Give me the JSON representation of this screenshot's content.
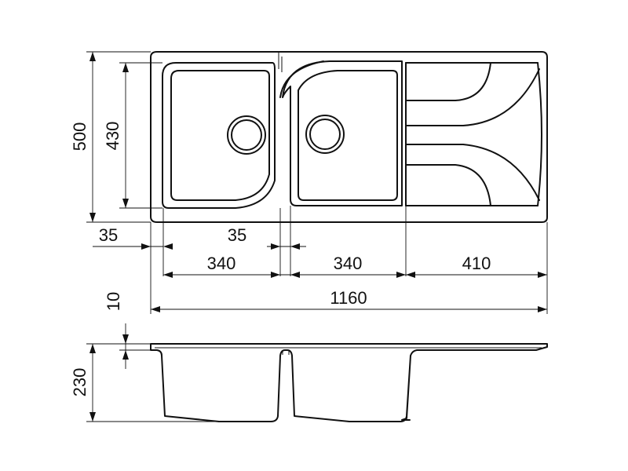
{
  "dimensions": {
    "overall_depth": "500",
    "bowl_depth": "430",
    "left_margin": "35",
    "divider_gap": "35",
    "left_bowl_width": "340",
    "right_bowl_width": "340",
    "drainer_width": "410",
    "overall_width": "1160",
    "rim_thickness": "10",
    "bowl_height": "230"
  },
  "colors": {
    "line": "#111111",
    "background": "#ffffff"
  }
}
